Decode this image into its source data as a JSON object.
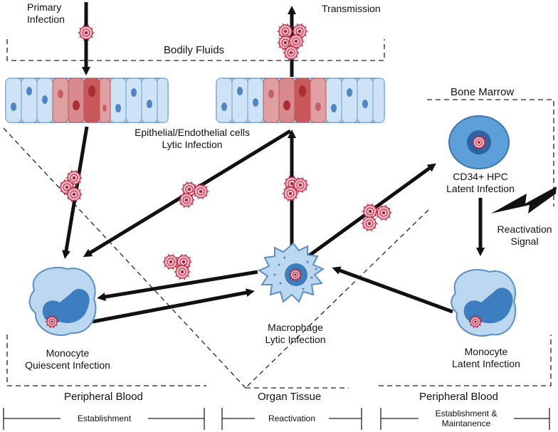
{
  "labels": {
    "primary_infection": [
      "Primary",
      "Infection"
    ],
    "transmission": "Transmission",
    "bodily_fluids": "Bodily Fluids",
    "bone_marrow": "Bone Marrow",
    "epithelial": [
      "Epithelial/Endothelial cells",
      "Lytic Infection"
    ],
    "cd34": [
      "CD34+ HPC",
      "Latent Infection"
    ],
    "reactivation_signal": [
      "Reactivation",
      "Signal"
    ],
    "monocyte_left": [
      "Monocyte",
      "Quiescent Infection"
    ],
    "macrophage": [
      "Macrophage",
      "Lytic Infection"
    ],
    "monocyte_right": [
      "Monocyte",
      "Latent Infection"
    ],
    "peripheral_blood_left": "Peripheral Blood",
    "organ_tissue": "Organ Tissue",
    "peripheral_blood_right": "Peripheral Blood",
    "phase_establishment": "Establishment",
    "phase_reactivation": "Reactivation",
    "phase_establishment_maintenance": [
      "Establishment &",
      "Maintanence"
    ]
  },
  "colors": {
    "arrow": "#111111",
    "virus_fill": "#f4b6c3",
    "virus_stroke": "#b0233f",
    "cell_blue": "#cfe3f6",
    "cell_border": "#5b8fc4",
    "cell_infected": "#d9868a",
    "nucleus_blue": "#4f85c4",
    "nucleus_red": "#b93638"
  }
}
